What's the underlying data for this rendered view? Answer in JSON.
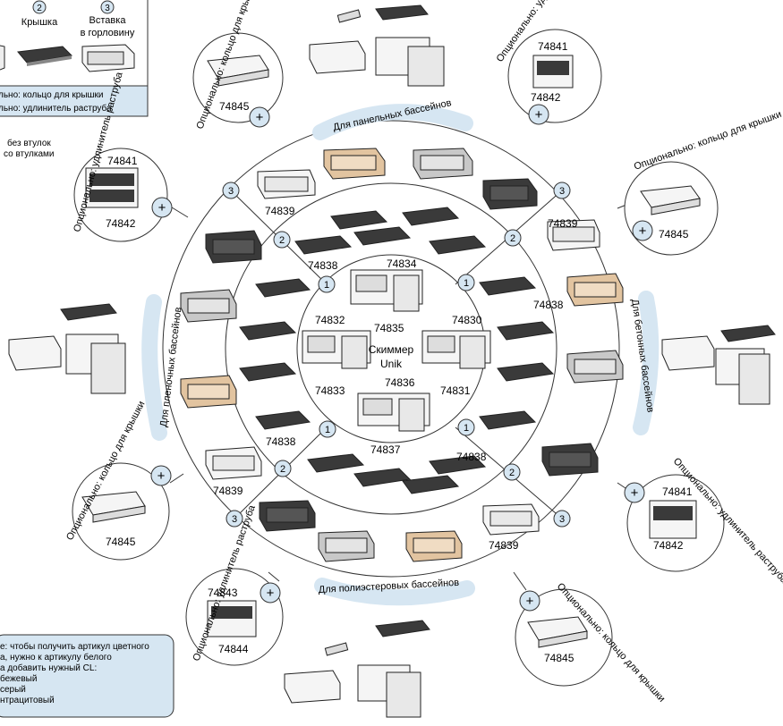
{
  "legend_top": {
    "num2": "2",
    "label2": "Крышка",
    "num3": "3",
    "label3_line1": "Вставка",
    "label3_line2": "в горловину",
    "opt_ring": "льно: кольцо для крышки",
    "opt_ext": "льно: удлинитель раструба"
  },
  "bushing_note": {
    "line1": "без втулок",
    "line2": "со втулками"
  },
  "center": {
    "line1": "Скиммер",
    "line2": "Unik"
  },
  "skimmers": {
    "top_a": "74834",
    "top_b": "74835",
    "left_a": "74832",
    "left_b": "74833",
    "right_a": "74830",
    "right_b": "74831",
    "bottom_a": "74836",
    "bottom_b": "74837"
  },
  "ring_labels": {
    "ul_insert": "74839",
    "ul_lid": "74838",
    "ur_insert": "74839",
    "ur_lid": "74838",
    "ll_insert": "74839",
    "ll_lid": "74838",
    "lr_insert": "74839",
    "lr_lid": "74838"
  },
  "pool_types": {
    "panel": "Для панельных бассейнов",
    "concrete": "Для бетонных бассейнов",
    "polyester": "Для полиэстеровых бассейнов",
    "liner": "Для пленочных бассейнов"
  },
  "options": {
    "ring_label": "Опционально: кольцо для крышки",
    "ext_label": "Опционально: удлинитель раструба",
    "ring_code": "74845",
    "ext_code_1": "74841",
    "ext_code_2": "74842",
    "ext_code_3": "74843",
    "ext_code_4": "74844"
  },
  "color_note": {
    "line1": "е: чтобы получить артикул цветного",
    "line2": "а, нужно к артикулу белого",
    "line3": "а добавить нужный CL:",
    "line4": "бежевый",
    "line5": "серый",
    "line6": "нтрацитовый"
  },
  "markers": {
    "one": "1",
    "two": "2",
    "three": "3",
    "plus": "+"
  },
  "colors": {
    "highlight": "#d6e6f2",
    "line": "#333333",
    "beige": "#e2c4a0",
    "gray": "#c8c8c8",
    "anthracite": "#3a3a3a",
    "white": "#f5f5f5"
  }
}
